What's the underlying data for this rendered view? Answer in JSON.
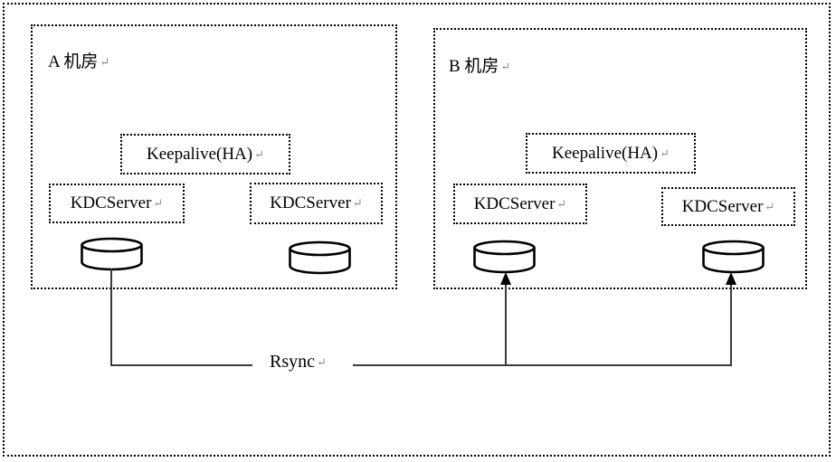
{
  "diagram": {
    "title_hint": "KDC dual datacenter replication diagram",
    "return_mark": "↵",
    "rsync_label": "Rsync",
    "datacenters": [
      {
        "name": "A 机房",
        "keepalive": "Keepalive(HA)",
        "kdc1": "KDCServer",
        "kdc2": "KDCServer"
      },
      {
        "name": "B 机房",
        "keepalive": "Keepalive(HA)",
        "kdc1": "KDCServer",
        "kdc2": "KDCServer"
      }
    ],
    "colors": {
      "border": "#000000",
      "connector_line": "#3a3a3a",
      "text": "#000000",
      "paragraph_mark": "#8f8f8f",
      "background": "#ffffff"
    }
  }
}
